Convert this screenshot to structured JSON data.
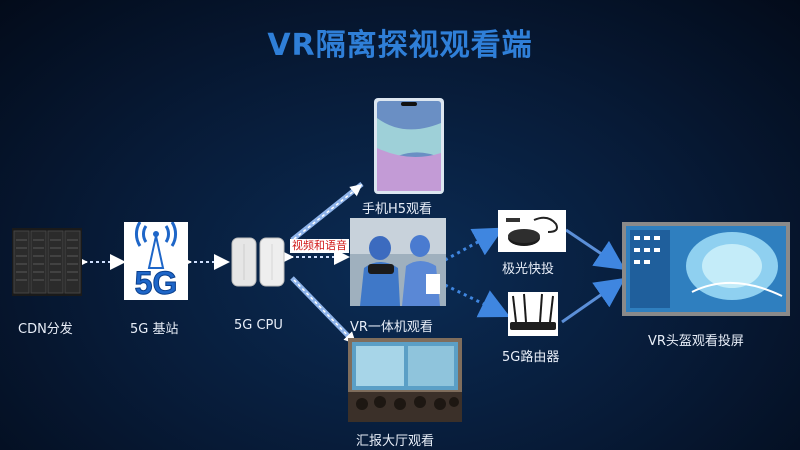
{
  "title": "VR隔离探视观看端",
  "nodes": {
    "cdn": "CDN分发",
    "base_station": "5G 基站",
    "cpu": "5G CPU",
    "phone": "手机H5观看",
    "vr_headset": "VR一体机观看",
    "hall": "汇报大厅观看",
    "cast": "极光快投",
    "router": "5G路由器",
    "screen": "VR头盔观看投屏"
  },
  "edge_label": "视频和语音",
  "badge_5g": "5G",
  "colors": {
    "title": "#2f7fd8",
    "arrow": "#5b8fd8",
    "dotted": "#3f86e0",
    "edge_label": "#d01818"
  }
}
